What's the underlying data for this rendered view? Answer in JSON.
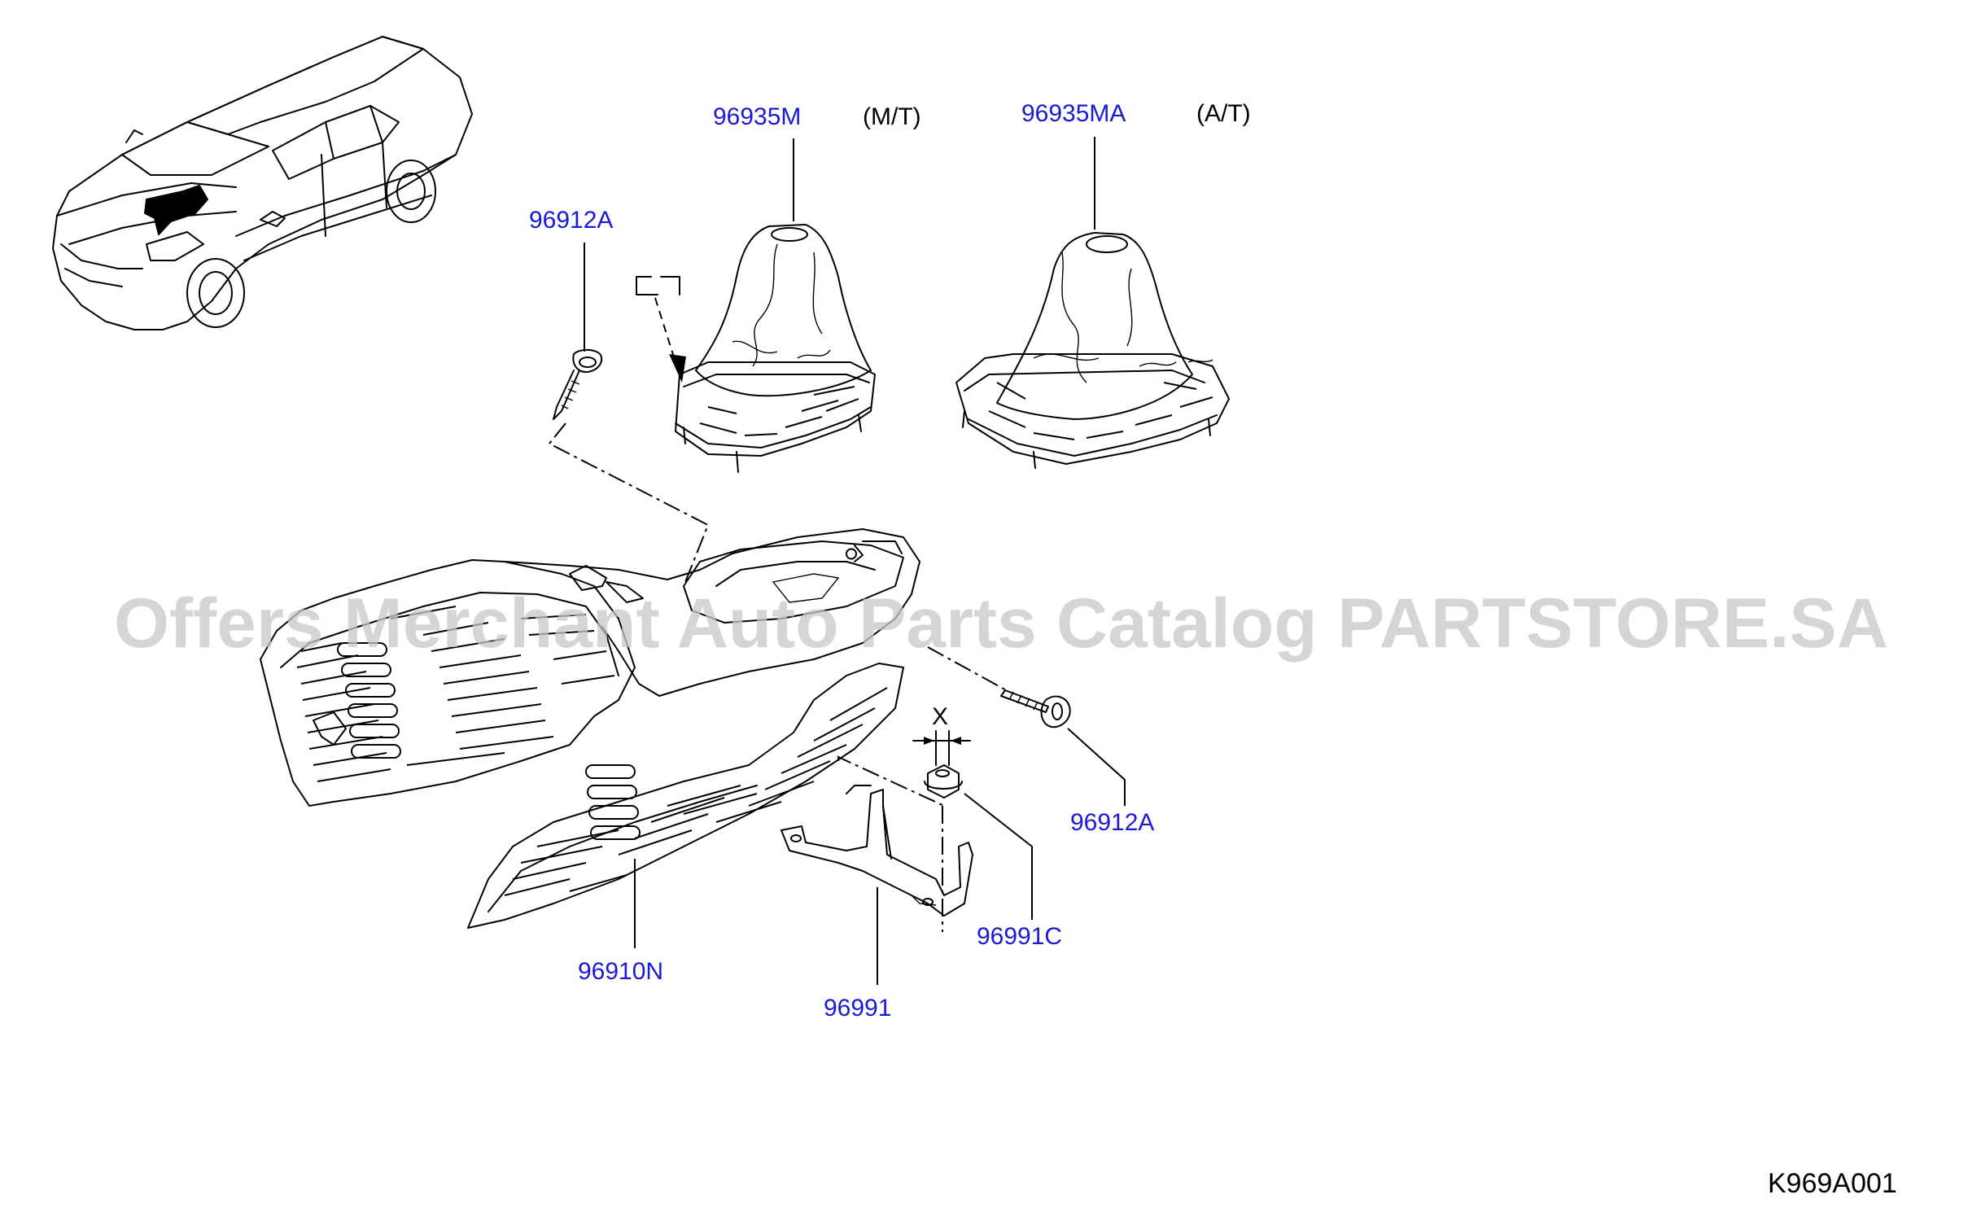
{
  "labels": {
    "boot_mt": "96935M",
    "boot_mt_note": "(M/T)",
    "boot_at": "96935MA",
    "boot_at_note": "(A/T)",
    "screw_upper": "96912A",
    "screw_lower": "96912A",
    "console": "96910N",
    "bracket": "96991",
    "nut": "96991C",
    "dimension_x": "X"
  },
  "catalog_code": "K969A001",
  "watermark": "Offers Merchant Auto Parts Catalog PARTSTORE.SA",
  "colors": {
    "part_number": "#1a1ad6",
    "line": "#000000",
    "watermark": "#c8c8c8"
  }
}
